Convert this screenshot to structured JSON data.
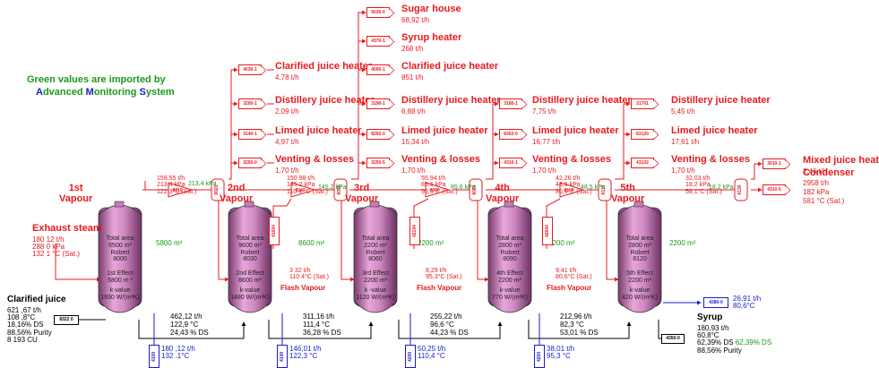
{
  "legend": {
    "line1": "Green values are imported by",
    "a": "A",
    "dvanced": "dvanced ",
    "m": "M",
    "onitoring": "onitoring ",
    "s": "S",
    "ystem": "ystem"
  },
  "exhaust": {
    "title": "Exhaust steam",
    "flow": "180 12 t/h",
    "pressure": "288 0 kPa",
    "temp": "132 1 °C (Sat.)"
  },
  "clarified": {
    "title": "Clarified juice",
    "flow": "621 ,67 t/h",
    "temp": "108 ,8°C",
    "ds": "18,16% DS",
    "purity": "88,56% Purity",
    "cu": "8 193 CU",
    "tag": "8322 0"
  },
  "syrup": {
    "title": "Syrup",
    "flow": "180,93 t/h",
    "temp": "60,8°C",
    "ds": "62,39% DS",
    "ds_green": "62,39% DS",
    "purity": "88,56% Purity",
    "tag": "4350-0"
  },
  "effects": [
    {
      "vapour": "1st\nVapour",
      "area": "Total area\n6500 m²\nRobert\n8000",
      "effect": "1st Effect\n5800 m ²",
      "kval": "k-value\n1930 W/(m²K)",
      "green_area": "5800 m²"
    },
    {
      "vapour": "2nd\nVapour",
      "area": "Total area\n9600 m²\nRobert\n8030",
      "effect": "2nd Effect\n8600 m²",
      "kval": "k-value\n1480 W/(m²K)",
      "green_area": "8600 m²"
    },
    {
      "vapour": "3rd\nVapour",
      "area": "Total area\n2200 m²\nRobert\n8060",
      "effect": "3rd Effect\n2200 m²",
      "kval": "k -value\n1120 W/(m²K)",
      "green_area": "2200 m²"
    },
    {
      "vapour": "4th\nVapour",
      "area": "Total area\n2800 m²\nRobert\n8090",
      "effect": "4th Effect\n2200 m²",
      "kval": "k-value\n770 W/(m²K)",
      "green_area": "2200 m²"
    },
    {
      "vapour": "5th\nVapour",
      "area": "Total area\n2800 m²\nRobert\n8120",
      "effect": "5th Effect\n2200 m²",
      "kval": "k-value\n420 W/(m²K)",
      "green_area": "2200 m²"
    }
  ],
  "vapour_lines": [
    {
      "red": "159,55 t/h\n213,4 kPa\n122,3°C (Sat.)",
      "green": "213,4 kPa"
    },
    {
      "red": "150 98 t/h\n145 2 kPa\n110 4 °C (Sat.)",
      "green": "145,2 kPa"
    },
    {
      "red": "55,94 t/h\n85,6 kPa\n95,3°C (Sat.)",
      "green": "85,6 kPa"
    },
    {
      "red": "42,26 t/h\n48,5 kPa\n80,6°C (Sat.)",
      "green": "48,5 kPa"
    },
    {
      "red": "32,03 t/h\n18,2 kPa\n58,1°C (Sat.)",
      "green": "18,2 kPa"
    }
  ],
  "flash": [
    {
      "red": "3 32 t/h\n110 4°C (Sat.)",
      "label": "Flash Vapour",
      "tag": "41504"
    },
    {
      "red": "8,29 t/h\n95,3°C (Sat.)",
      "label": "Flash Vapour",
      "tag": "42104"
    },
    {
      "red": "9,41 t/h\n80,6°C (Sat.)",
      "label": "Flash Vapour",
      "tag": "42604"
    }
  ],
  "juice_between": [
    "462,12 t/h\n122,9 °C\n24,43 % DS",
    "311,16 t/h\n111,4 °C\n36,28 % DS",
    "255,22 t/h\n96,6 °C\n44,23 % DS",
    "212,96 t/h\n82,3 °C\n53,01 % DS"
  ],
  "condensate": [
    {
      "text": "180 ,12 t/h\n132 .1°C",
      "tag": "4100"
    },
    {
      "text": "146,01 t/h\n122,3 °C",
      "tag": "4140"
    },
    {
      "text": "50,25 t/h\n110,4 °C",
      "tag": "4200"
    },
    {
      "text": "38,01 t/h\n95,3 °C",
      "tag": "4250"
    }
  ],
  "last_condensate": {
    "text": "26,91 t/h\n80,6°C",
    "tag": "4380-0"
  },
  "consumers": {
    "c1": [
      {
        "tag": "4030-1",
        "name": "Clarified juice heater",
        "flow": "4,78 t/h"
      },
      {
        "tag": "3200-1",
        "name": "Distillery juice heater",
        "flow": "2,09 t/h"
      },
      {
        "tag": "3140-1",
        "name": "Limed juice heater",
        "flow": "4,97 t/h"
      },
      {
        "tag": "3250-0",
        "name": "Venting & losses",
        "flow": "1,70 t/h"
      }
    ],
    "c2": [
      {
        "tag": "5030-0",
        "name": "Sugar house",
        "flow": "68,92 t/h"
      },
      {
        "tag": "4370-1",
        "name": "Syrup heater",
        "flow": "268 t/h"
      },
      {
        "tag": "4000-1",
        "name": "Clarified juice heater",
        "flow": "851 t/h"
      },
      {
        "tag": "3190-1",
        "name": "Distillery juice heater",
        "flow": "6,88 t/h"
      },
      {
        "tag": "8292-0",
        "name": "Limed juice heater",
        "flow": "15,34 t/h"
      },
      {
        "tag": "3250-5",
        "name": "Venting & losses",
        "flow": "1,70 t/h"
      }
    ],
    "c3": [
      {
        "tag": "3180-1",
        "name": "Distillery juice heater",
        "flow": "7,75 t/h"
      },
      {
        "tag": "8302-0",
        "name": "Limed juice heater",
        "flow": "16,77 t/h"
      },
      {
        "tag": "4310-1",
        "name": "Venting & losses",
        "flow": "1,70 t/h"
      }
    ],
    "c4": [
      {
        "tag": "31701",
        "name": "Distillery juice heater",
        "flow": "5,45 t/h"
      },
      {
        "tag": "83120",
        "name": "Limed juice heater",
        "flow": "17,61 t/h"
      },
      {
        "tag": "43102",
        "name": "Venting & losses",
        "flow": "1,70 t/h"
      }
    ],
    "mixed": {
      "tag": "3010-1",
      "name": "Mixed juice heat",
      "flow": "2,46 t/h"
    },
    "condenser": {
      "tag": "4310-5",
      "name": "Condenser",
      "flow": "2958 t/h",
      "p": "182 kPa",
      "t": "581 °C (Sat.)"
    }
  },
  "separators": [
    "8010",
    "8020",
    "8040",
    "8050",
    "8070",
    "8080",
    "8100",
    "8110",
    "8130"
  ],
  "colors": {
    "red": "#e8191e",
    "green": "#1a9a1a",
    "blue": "#1a1ad0",
    "vessel": "#c97ab8"
  }
}
